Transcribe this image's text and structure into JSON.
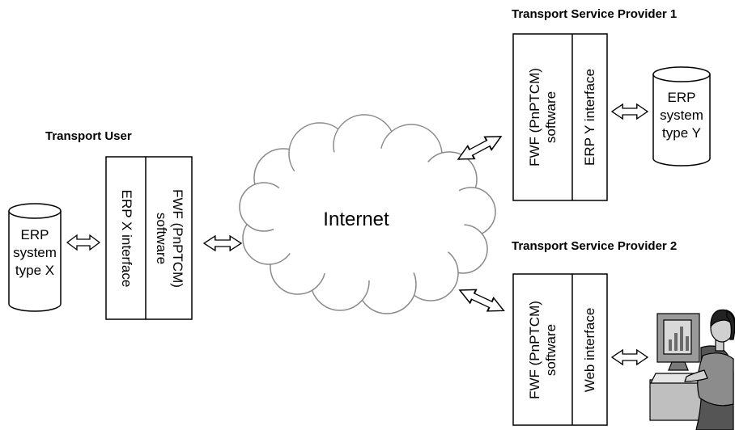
{
  "headings": {
    "transport_user": "Transport User",
    "provider_1": "Transport Service Provider 1",
    "provider_2": "Transport Service Provider 2"
  },
  "cloud": {
    "label": "Internet"
  },
  "user_box": {
    "erp_interface": "ERP X interface",
    "fwf_line1": "FWF (PnPTCM)",
    "fwf_line2": "software"
  },
  "provider1_box": {
    "fwf_line1": "FWF (PnPTCM)",
    "fwf_line2": "software",
    "erp_interface": "ERP Y interface"
  },
  "provider2_box": {
    "fwf_line1": "FWF (PnPTCM)",
    "fwf_line2": "software",
    "web_interface": "Web interface"
  },
  "erp_x": {
    "line1": "ERP",
    "line2": "system",
    "line3": "type X"
  },
  "erp_y": {
    "line1": "ERP",
    "line2": "system",
    "line3": "type Y"
  },
  "icons": {
    "computer_user": "person-at-computer-icon",
    "database": "database-cylinder-icon",
    "arrow": "double-arrow-icon"
  },
  "colors": {
    "box_fill": "#ffffff",
    "stroke": "#000000",
    "cloud_stroke": "#808080"
  }
}
